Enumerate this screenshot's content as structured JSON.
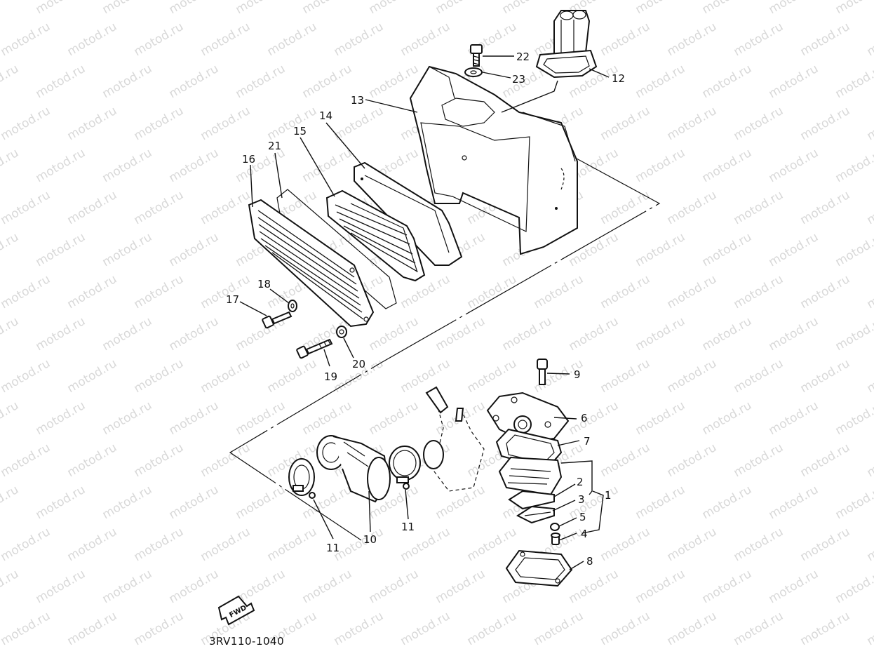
{
  "watermark": "motod.ru",
  "diagram_code": "3RV110-1040",
  "fwd_label": "FWD",
  "callouts": {
    "c1": "1",
    "c2": "2",
    "c3": "3",
    "c4": "4",
    "c5": "5",
    "c6": "6",
    "c7": "7",
    "c8": "8",
    "c9": "9",
    "c10": "10",
    "c11a": "11",
    "c11b": "11",
    "c12": "12",
    "c13": "13",
    "c14": "14",
    "c15": "15",
    "c16": "16",
    "c17": "17",
    "c18": "18",
    "c19": "19",
    "c20": "20",
    "c21": "21",
    "c22": "22",
    "c23": "23"
  }
}
